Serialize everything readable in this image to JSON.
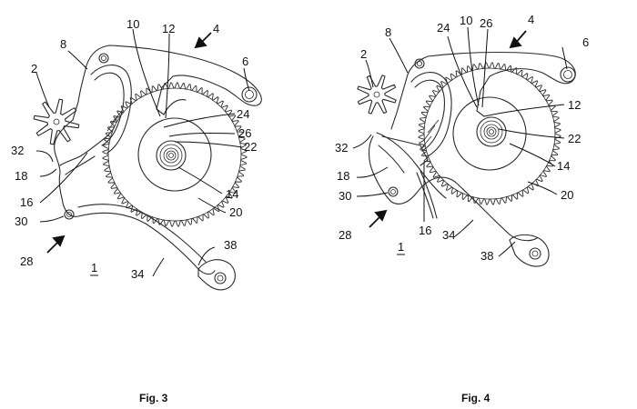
{
  "figures": [
    {
      "caption": "Fig. 3",
      "labels": {
        "mechanism": "1",
        "star": "2",
        "lever": "4",
        "arm": "8",
        "slot": "10",
        "edge": "12",
        "cam": "14",
        "finger": "16",
        "nose": "18",
        "wheel": "20",
        "hub": "22",
        "pin": "24",
        "spring_tip": "26",
        "pawl": "28",
        "pivot": "30",
        "hook": "32",
        "spring_arm": "34",
        "screw_hole": "6",
        "end_hole": "38"
      }
    },
    {
      "caption": "Fig. 4",
      "labels": {
        "mechanism": "1",
        "star": "2",
        "lever": "4",
        "arm": "8",
        "slot": "10",
        "edge": "12",
        "cam": "14",
        "finger": "16",
        "nose": "18",
        "wheel": "20",
        "hub": "22",
        "pin": "24",
        "spring_tip": "26",
        "pawl": "28",
        "pivot": "30",
        "hook": "32",
        "spring_arm": "34",
        "screw_hole": "6",
        "end_hole": "38"
      }
    }
  ]
}
